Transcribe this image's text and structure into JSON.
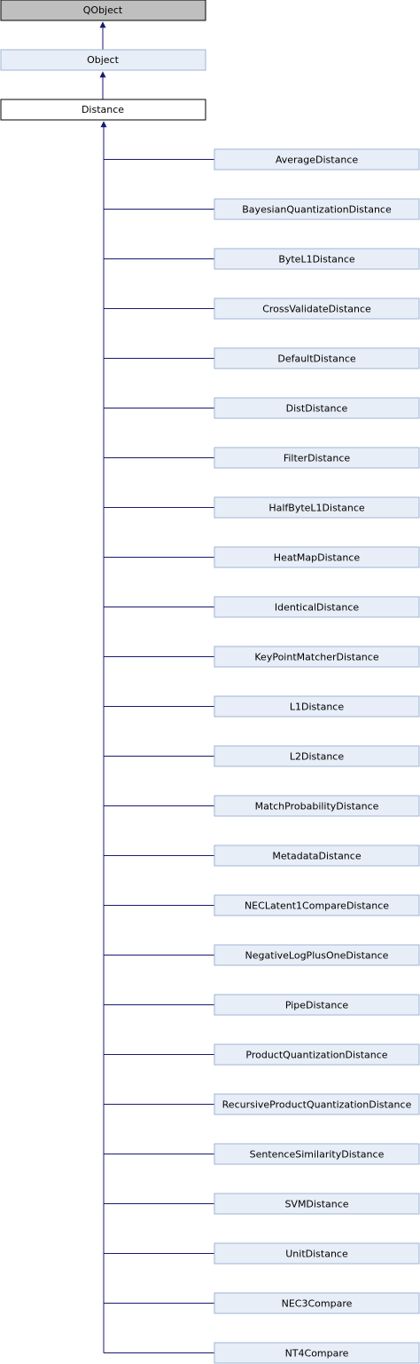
{
  "colors": {
    "edge": "#191970",
    "node_gray_fill": "#bfbfbf",
    "node_gray_border": "#000000",
    "node_blue_fill": "#e8eef7",
    "node_blue_border": "#9fb4d6",
    "node_white_fill": "#ffffff",
    "node_white_border": "#000000"
  },
  "hierarchy": {
    "root": {
      "label": "QObject",
      "style": "gray"
    },
    "parent": {
      "label": "Object",
      "style": "blue"
    },
    "focus": {
      "label": "Distance",
      "style": "white"
    },
    "children": [
      "AverageDistance",
      "BayesianQuantizationDistance",
      "ByteL1Distance",
      "CrossValidateDistance",
      "DefaultDistance",
      "DistDistance",
      "FilterDistance",
      "HalfByteL1Distance",
      "HeatMapDistance",
      "IdenticalDistance",
      "KeyPointMatcherDistance",
      "L1Distance",
      "L2Distance",
      "MatchProbabilityDistance",
      "MetadataDistance",
      "NECLatent1CompareDistance",
      "NegativeLogPlusOneDistance",
      "PipeDistance",
      "ProductQuantizationDistance",
      "RecursiveProductQuantizationDistance",
      "SentenceSimilarityDistance",
      "SVMDistance",
      "UnitDistance",
      "NEC3Compare",
      "NT4Compare"
    ]
  }
}
